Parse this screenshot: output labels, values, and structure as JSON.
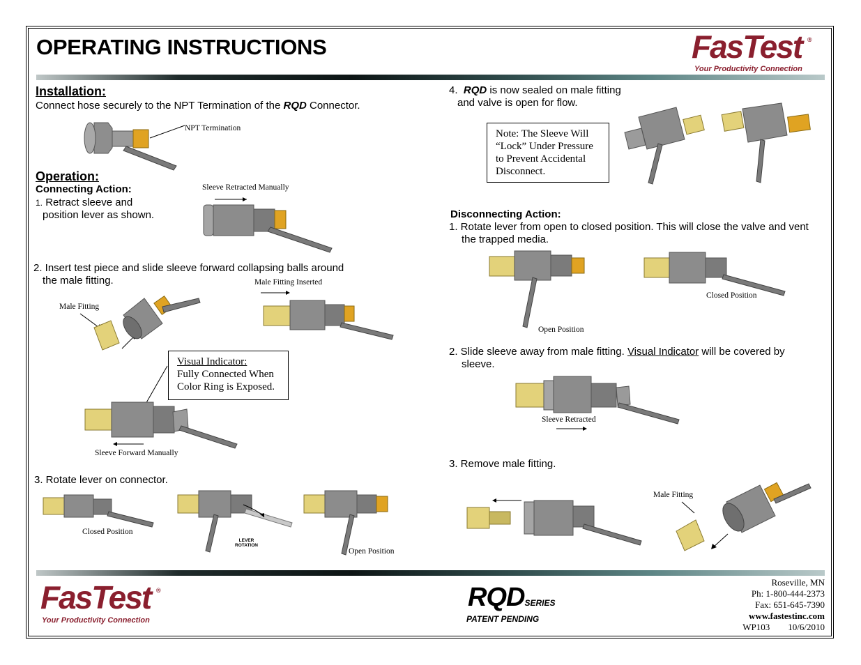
{
  "header": {
    "title": "OPERATING INSTRUCTIONS",
    "logo": {
      "wordmark": "FasTest",
      "tagline": "Your Productivity Connection",
      "registered": "®"
    }
  },
  "installation": {
    "heading": "Installation:",
    "text_pre": "Connect hose securely to the NPT Termination of the ",
    "text_em": "RQD",
    "text_post": " Connector.",
    "callout": "NPT Termination"
  },
  "operation": {
    "heading": "Operation:",
    "connecting_heading": "Connecting Action:",
    "step1_num": "1.",
    "step1_line1": "Retract sleeve and",
    "step1_line2": "position lever as shown.",
    "step1_caption": "Sleeve Retracted Manually",
    "step2_line1": "2. Insert test piece and slide sleeve forward collapsing balls around",
    "step2_line2": "the male fitting.",
    "step2_caption_inserted": "Male Fitting Inserted",
    "step2_caption_male": "Male Fitting",
    "indicator_title": "Visual Indicator:",
    "indicator_line1": "Fully Connected When",
    "indicator_line2": "Color Ring is Exposed.",
    "sleeve_forward_caption": "Sleeve Forward Manually",
    "step3": "3.  Rotate lever on connector.",
    "step3_closed": "Closed Position",
    "step3_rotation_line1": "LEVER",
    "step3_rotation_line2": "ROTATION",
    "step3_open": "Open Position",
    "step4_num": "4.",
    "step4_em": "RQD",
    "step4_line1_post": " is now sealed on male fitting",
    "step4_line2": "and valve is open for flow.",
    "note_line1": "Note: The Sleeve Will",
    "note_line2": "“Lock” Under Pressure",
    "note_line3": "to Prevent Accidental",
    "note_line4": "Disconnect."
  },
  "disconnecting": {
    "heading": "Disconnecting Action:",
    "step1_line1": "1. Rotate lever from open to closed position. This will close the valve and vent",
    "step1_line2": "the trapped media.",
    "caption_closed": "Closed Position",
    "caption_open": "Open Position",
    "step2_pre": "2. Slide sleeve away from male fitting. ",
    "step2_link": "Visual Indicator",
    "step2_post": " will be covered by",
    "step2_line2": "sleeve.",
    "caption_retracted": "Sleeve Retracted",
    "step3": "3.  Remove male fitting.",
    "caption_male": "Male Fitting"
  },
  "footer": {
    "product": "RQD",
    "series": "SERIES",
    "patent": "PATENT PENDING",
    "city": "Roseville, MN",
    "phone": "Ph: 1-800-444-2373",
    "fax": "Fax: 651-645-7390",
    "web": "www.fastestinc.com",
    "doc_id": "WP103",
    "date": "10/6/2010"
  },
  "colors": {
    "brand": "#8a1f2e",
    "brass": "#e3d27a",
    "steel": "#8e8e8e",
    "lever": "#b87f14"
  }
}
